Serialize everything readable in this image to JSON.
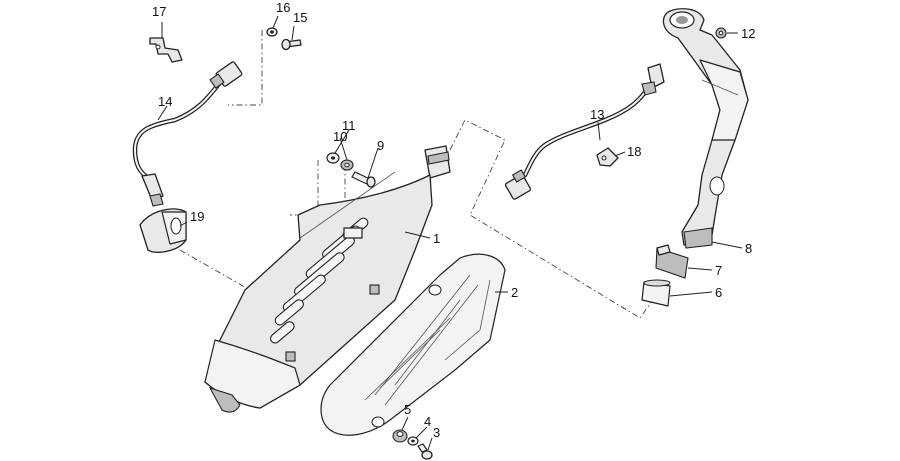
{
  "callouts": [
    {
      "id": "c1",
      "text": "1"
    },
    {
      "id": "c2",
      "text": "2"
    },
    {
      "id": "c3",
      "text": "3"
    },
    {
      "id": "c4",
      "text": "4"
    },
    {
      "id": "c5",
      "text": "5"
    },
    {
      "id": "c6",
      "text": "6"
    },
    {
      "id": "c7",
      "text": "7"
    },
    {
      "id": "c8",
      "text": "8"
    },
    {
      "id": "c9",
      "text": "9"
    },
    {
      "id": "c10",
      "text": "10"
    },
    {
      "id": "c11",
      "text": "11"
    },
    {
      "id": "c12",
      "text": "12"
    },
    {
      "id": "c13",
      "text": "13"
    },
    {
      "id": "c14",
      "text": "14"
    },
    {
      "id": "c15",
      "text": "15"
    },
    {
      "id": "c16",
      "text": "16"
    },
    {
      "id": "c17",
      "text": "17"
    },
    {
      "id": "c18",
      "text": "18"
    },
    {
      "id": "c19",
      "text": "19"
    }
  ],
  "colors": {
    "line": "#222222",
    "fill": "#e9e9e9",
    "background": "#ffffff"
  }
}
